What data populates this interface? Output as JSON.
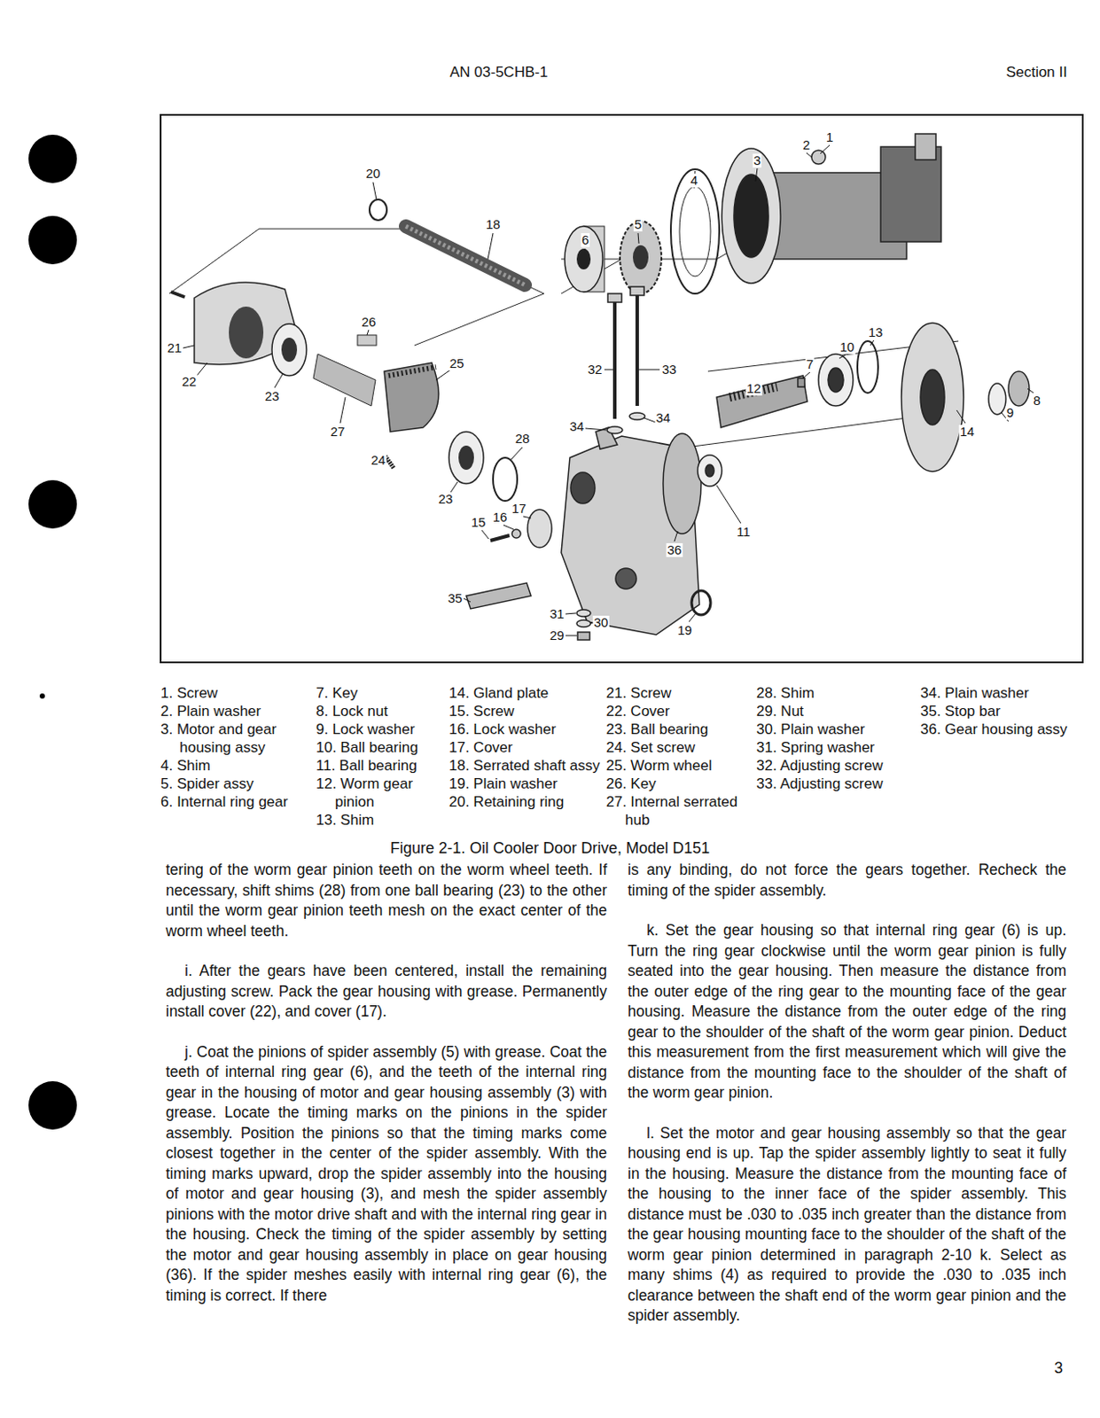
{
  "diagram": {
    "caption": "Figure 2-1. Oil Cooler Door Drive, Model D151",
    "labels": [
      "AN 03-5CHB-1",
      "Section II",
      "1",
      "2",
      "3",
      "4",
      "5",
      "6",
      "20",
      "18",
      "21",
      "22",
      "23",
      "26",
      "25",
      "27",
      "24",
      "23",
      "28",
      "32",
      "33",
      "34",
      "34",
      "7",
      "10",
      "13",
      "12",
      "14",
      "9",
      "8",
      "11",
      "36",
      "15",
      "16",
      "17",
      "35",
      "31",
      "30",
      "29",
      "19",
      "1. Screw",
      "2. Plain washer",
      "3. Motor and gear housing assy",
      "4. Shim",
      "5. Spider assy",
      "6. Internal ring gear",
      "7. Key",
      "8. Lock nut",
      "9. Lock washer",
      "10. Ball bearing",
      "11. Ball bearing",
      "12. Worm gear pinion",
      "13. Shim",
      "14. Gland plate",
      "15. Screw",
      "16. Lock washer",
      "17. Cover",
      "18. Serrated shaft assy",
      "19. Plain washer",
      "20. Retaining ring",
      "21. Screw",
      "22. Cover",
      "23. Ball bearing",
      "24. Set screw",
      "25. Worm wheel",
      "26. Key",
      "27. Internal serrated hub",
      "28. Shim",
      "29. Nut",
      "30. Plain washer",
      "31. Spring washer",
      "32. Adjusting screw",
      "33. Adjusting screw",
      "34. Plain washer",
      "35. Stop bar",
      "36. Gear housing assy",
      "tering of the worm gear pinion teeth on the worm wheel teeth. If necessary, shift shims (28) from one ball bearing (23) to the other until the worm gear pinion teeth mesh on the exact center of the worm wheel teeth.",
      "i. After the gears have been centered, install the remaining adjusting screw. Pack the gear housing with grease. Permanently install cover (22), and cover (17).",
      "j. Coat the pinions of spider assembly (5) with grease. Coat the teeth of internal ring gear (6), and the teeth of the internal ring gear in the housing of motor and gear housing assembly (3) with grease. Locate the timing marks on the pinions in the spider assembly. Position the pinions so that the timing marks come closest together in the center of the spider assembly. With the timing marks upward, drop the spider assembly into the housing of motor and gear housing (3), and mesh the spider assembly pinions with the motor drive shaft and with the internal ring gear in the housing. Check the timing of the spider assembly by setting the motor and gear housing assembly in place on gear housing (36). If the spider meshes easily with internal ring gear (6), the timing is correct. If there",
      "is any binding, do not force the gears together. Recheck the timing of the spider assembly.",
      "k. Set the gear housing so that internal ring gear (6) is up. Turn the ring gear clockwise until the worm gear pinion is fully seated into the gear housing. Then measure the distance from the outer edge of the ring gear to the mounting face of the gear housing. Measure the distance from the outer edge of the ring gear to the shoulder of the shaft of the worm gear pinion. Deduct this measurement from the first measurement which will give the distance from the mounting face to the shoulder of the shaft of the worm gear pinion.",
      "l. Set the motor and gear housing assembly so that the gear housing end is up. Tap the spider assembly lightly to seat it fully in the housing. Measure the distance from the mounting face of the housing to the inner face of the spider assembly. This distance must be .030 to .035 inch greater than the distance from the gear housing mounting face to the shoulder of the shaft of the worm gear pinion determined in paragraph 2-10 k. Select as many shims (4) as required to provide the .030 to .035 inch clearance between the shaft end of the worm gear pinion and the spider assembly.",
      "3"
    ]
  }
}
